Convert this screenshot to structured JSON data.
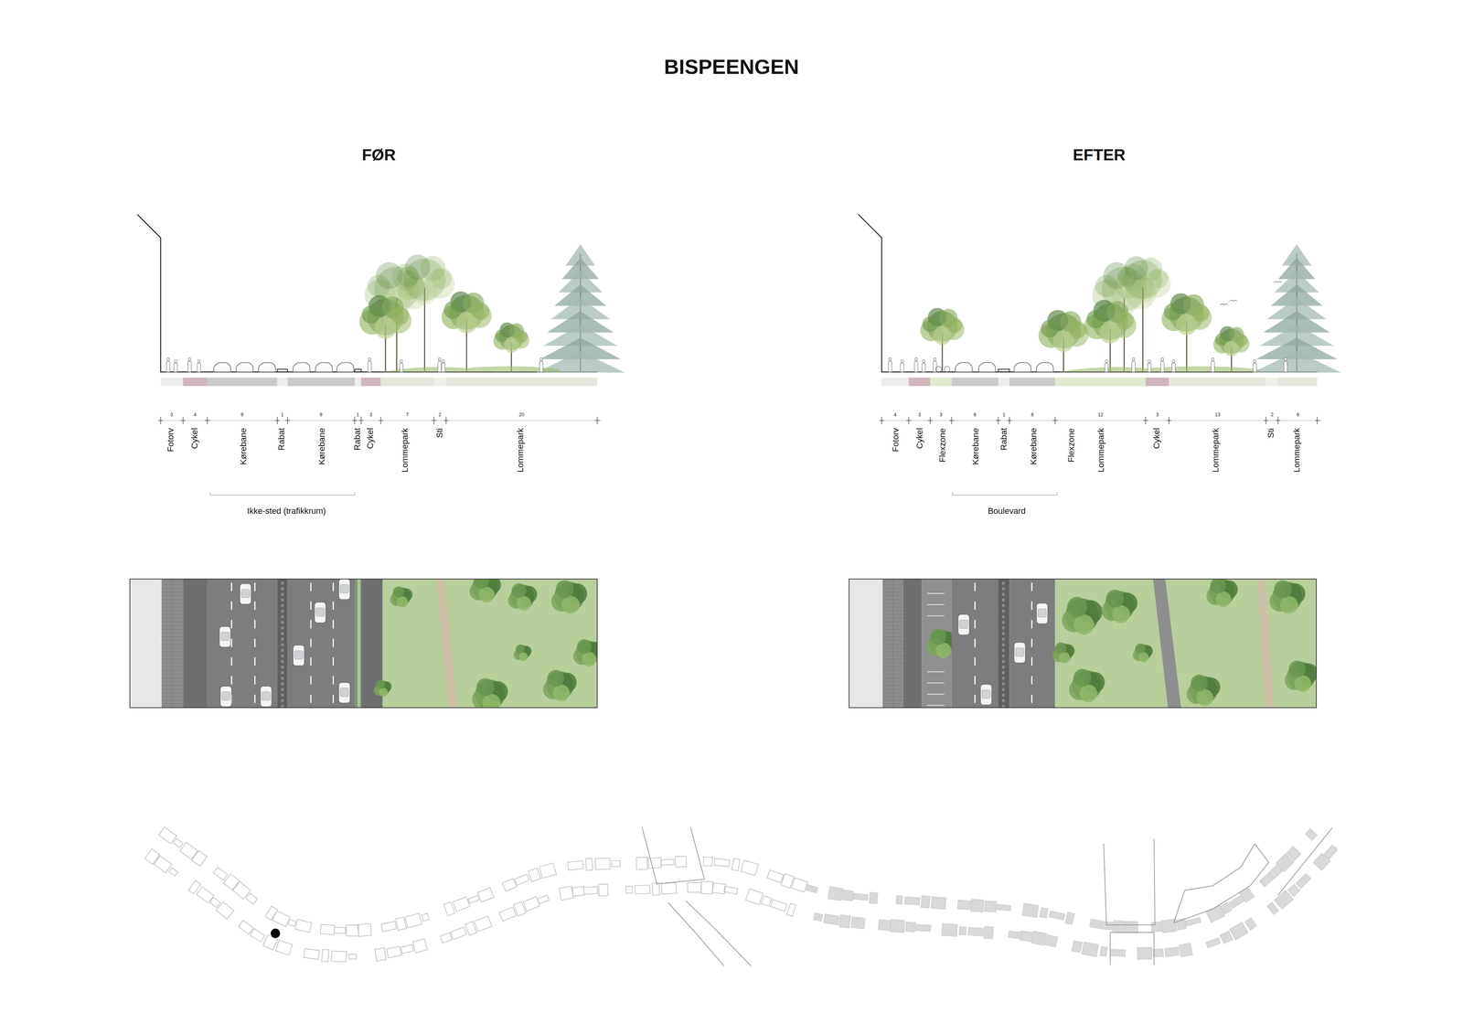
{
  "diagram": {
    "title": "BISPEENGEN",
    "labels": [
      "FØR",
      "EFTER",
      "3",
      "4",
      "9",
      "1",
      "9",
      "1",
      "3",
      "7",
      "2",
      "20",
      "Fotorv",
      "Cykel",
      "Kørebane",
      "Rabat",
      "Kørebane",
      "Rabat",
      "Cykel",
      "Lommepark",
      "Sti",
      "Lommepark",
      "Ikke-sted (trafikkrum)",
      "4",
      "3",
      "3",
      "6",
      "1",
      "6",
      "12",
      "3",
      "13",
      "2",
      "6",
      "Fotorv",
      "Cykel",
      "Flexzone",
      "Kørebane",
      "Rabat",
      "Kørebane",
      "Flexzone",
      "Lommepark",
      "Cykel",
      "Lommepark",
      "Sti",
      "Lommepark",
      "Boulevard"
    ]
  }
}
